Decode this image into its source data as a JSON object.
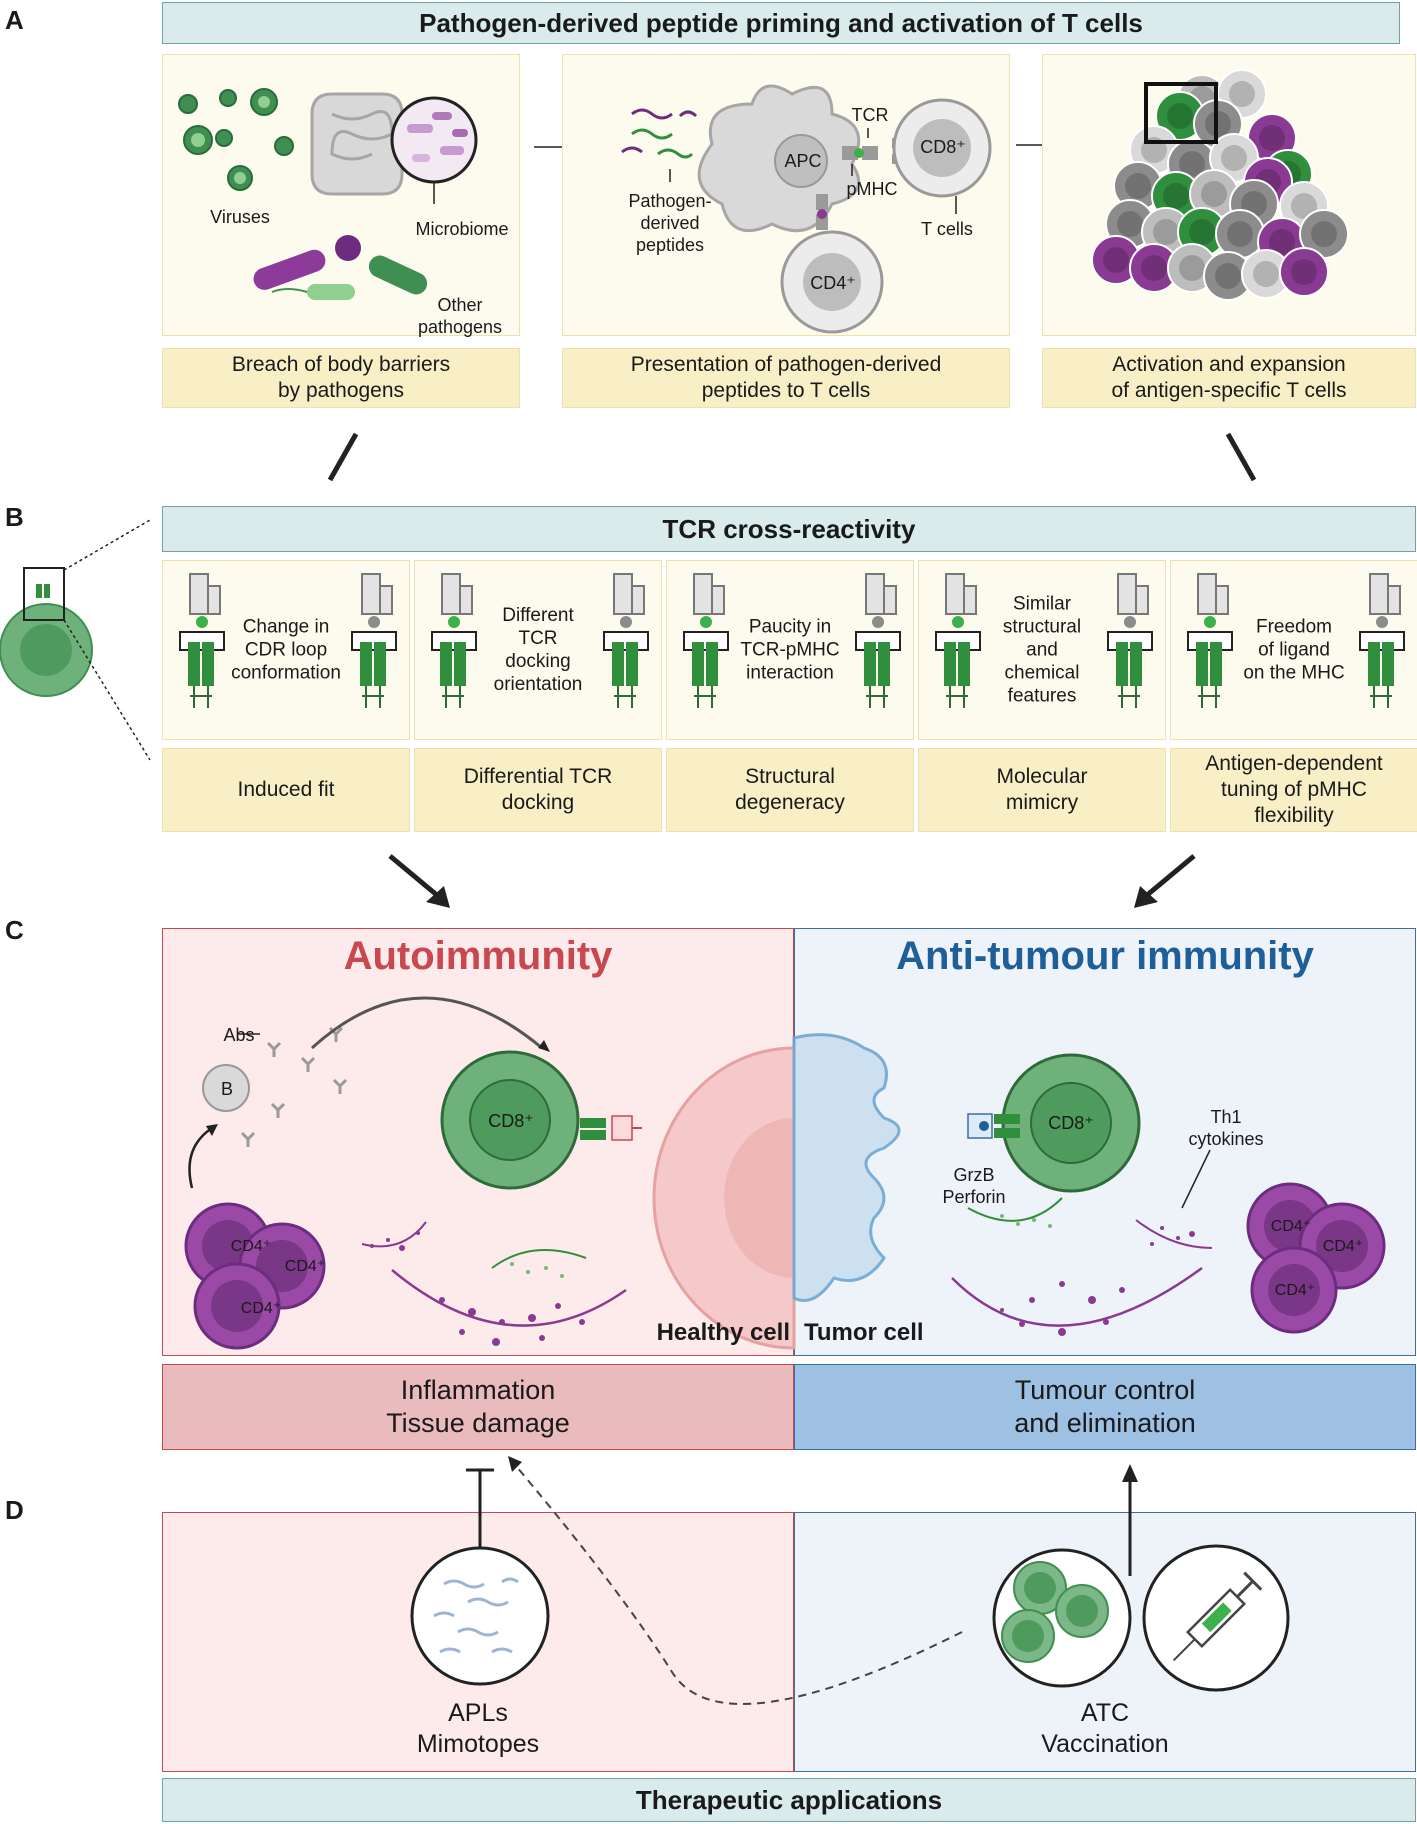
{
  "panel_letters": {
    "a": "A",
    "b": "B",
    "c": "C",
    "d": "D"
  },
  "panel_a": {
    "title": "Pathogen-derived peptide priming and activation of T cells",
    "box1_labels": {
      "viruses": "Viruses",
      "microbiome": "Microbiome",
      "other": "Other\npathogens"
    },
    "box2_labels": {
      "peptides": "Pathogen-\nderived\npeptides",
      "apc": "APC",
      "tcr": "TCR",
      "pmhc": "pMHC",
      "cd8": "CD8⁺",
      "tcells": "T cells",
      "cd4": "CD4⁺"
    },
    "captions": [
      "Breach of body barriers\nby pathogens",
      "Presentation of pathogen-derived\npeptides to T cells",
      "Activation and expansion\nof antigen-specific T cells"
    ]
  },
  "panel_b": {
    "title": "TCR cross-reactivity",
    "mechanisms": [
      {
        "desc": "Change in\nCDR loop\nconformation",
        "name": "Induced fit"
      },
      {
        "desc": "Different\nTCR\ndocking\norientation",
        "name": "Differential TCR\ndocking"
      },
      {
        "desc": "Paucity in\nTCR-pMHC\ninteraction",
        "name": "Structural\ndegeneracy"
      },
      {
        "desc": "Similar\nstructural\nand\nchemical\nfeatures",
        "name": "Molecular\nmimicry"
      },
      {
        "desc": "Freedom\nof ligand\non the MHC",
        "name": "Antigen-dependent\ntuning of pMHC\nflexibility"
      }
    ]
  },
  "panel_c": {
    "left_title": "Autoimmunity",
    "right_title": "Anti-tumour immunity",
    "left_labels": {
      "abs": "Abs",
      "b": "B",
      "cd8": "CD8⁺",
      "cd4": "CD4⁺",
      "healthy": "Healthy cell"
    },
    "right_labels": {
      "tumor": "Tumor cell",
      "cd8": "CD8⁺",
      "grzb": "GrzB\nPerforin",
      "th1": "Th1\ncytokines",
      "cd4": "CD4⁺"
    },
    "left_outcome": "Inflammation\nTissue damage",
    "right_outcome": "Tumour control\nand elimination"
  },
  "panel_d": {
    "left_label": "APLs\nMimotopes",
    "right_label": "ATC\nVaccination",
    "footer": "Therapeutic applications"
  },
  "colors": {
    "teal_bar": "#d9ebeb",
    "cream": "#fdfbee",
    "caption": "#f8efc6",
    "auto_red": "#c9474f",
    "tumour_blue": "#1f5f99",
    "green": "#2f8f3d",
    "purple": "#8a3a93"
  }
}
